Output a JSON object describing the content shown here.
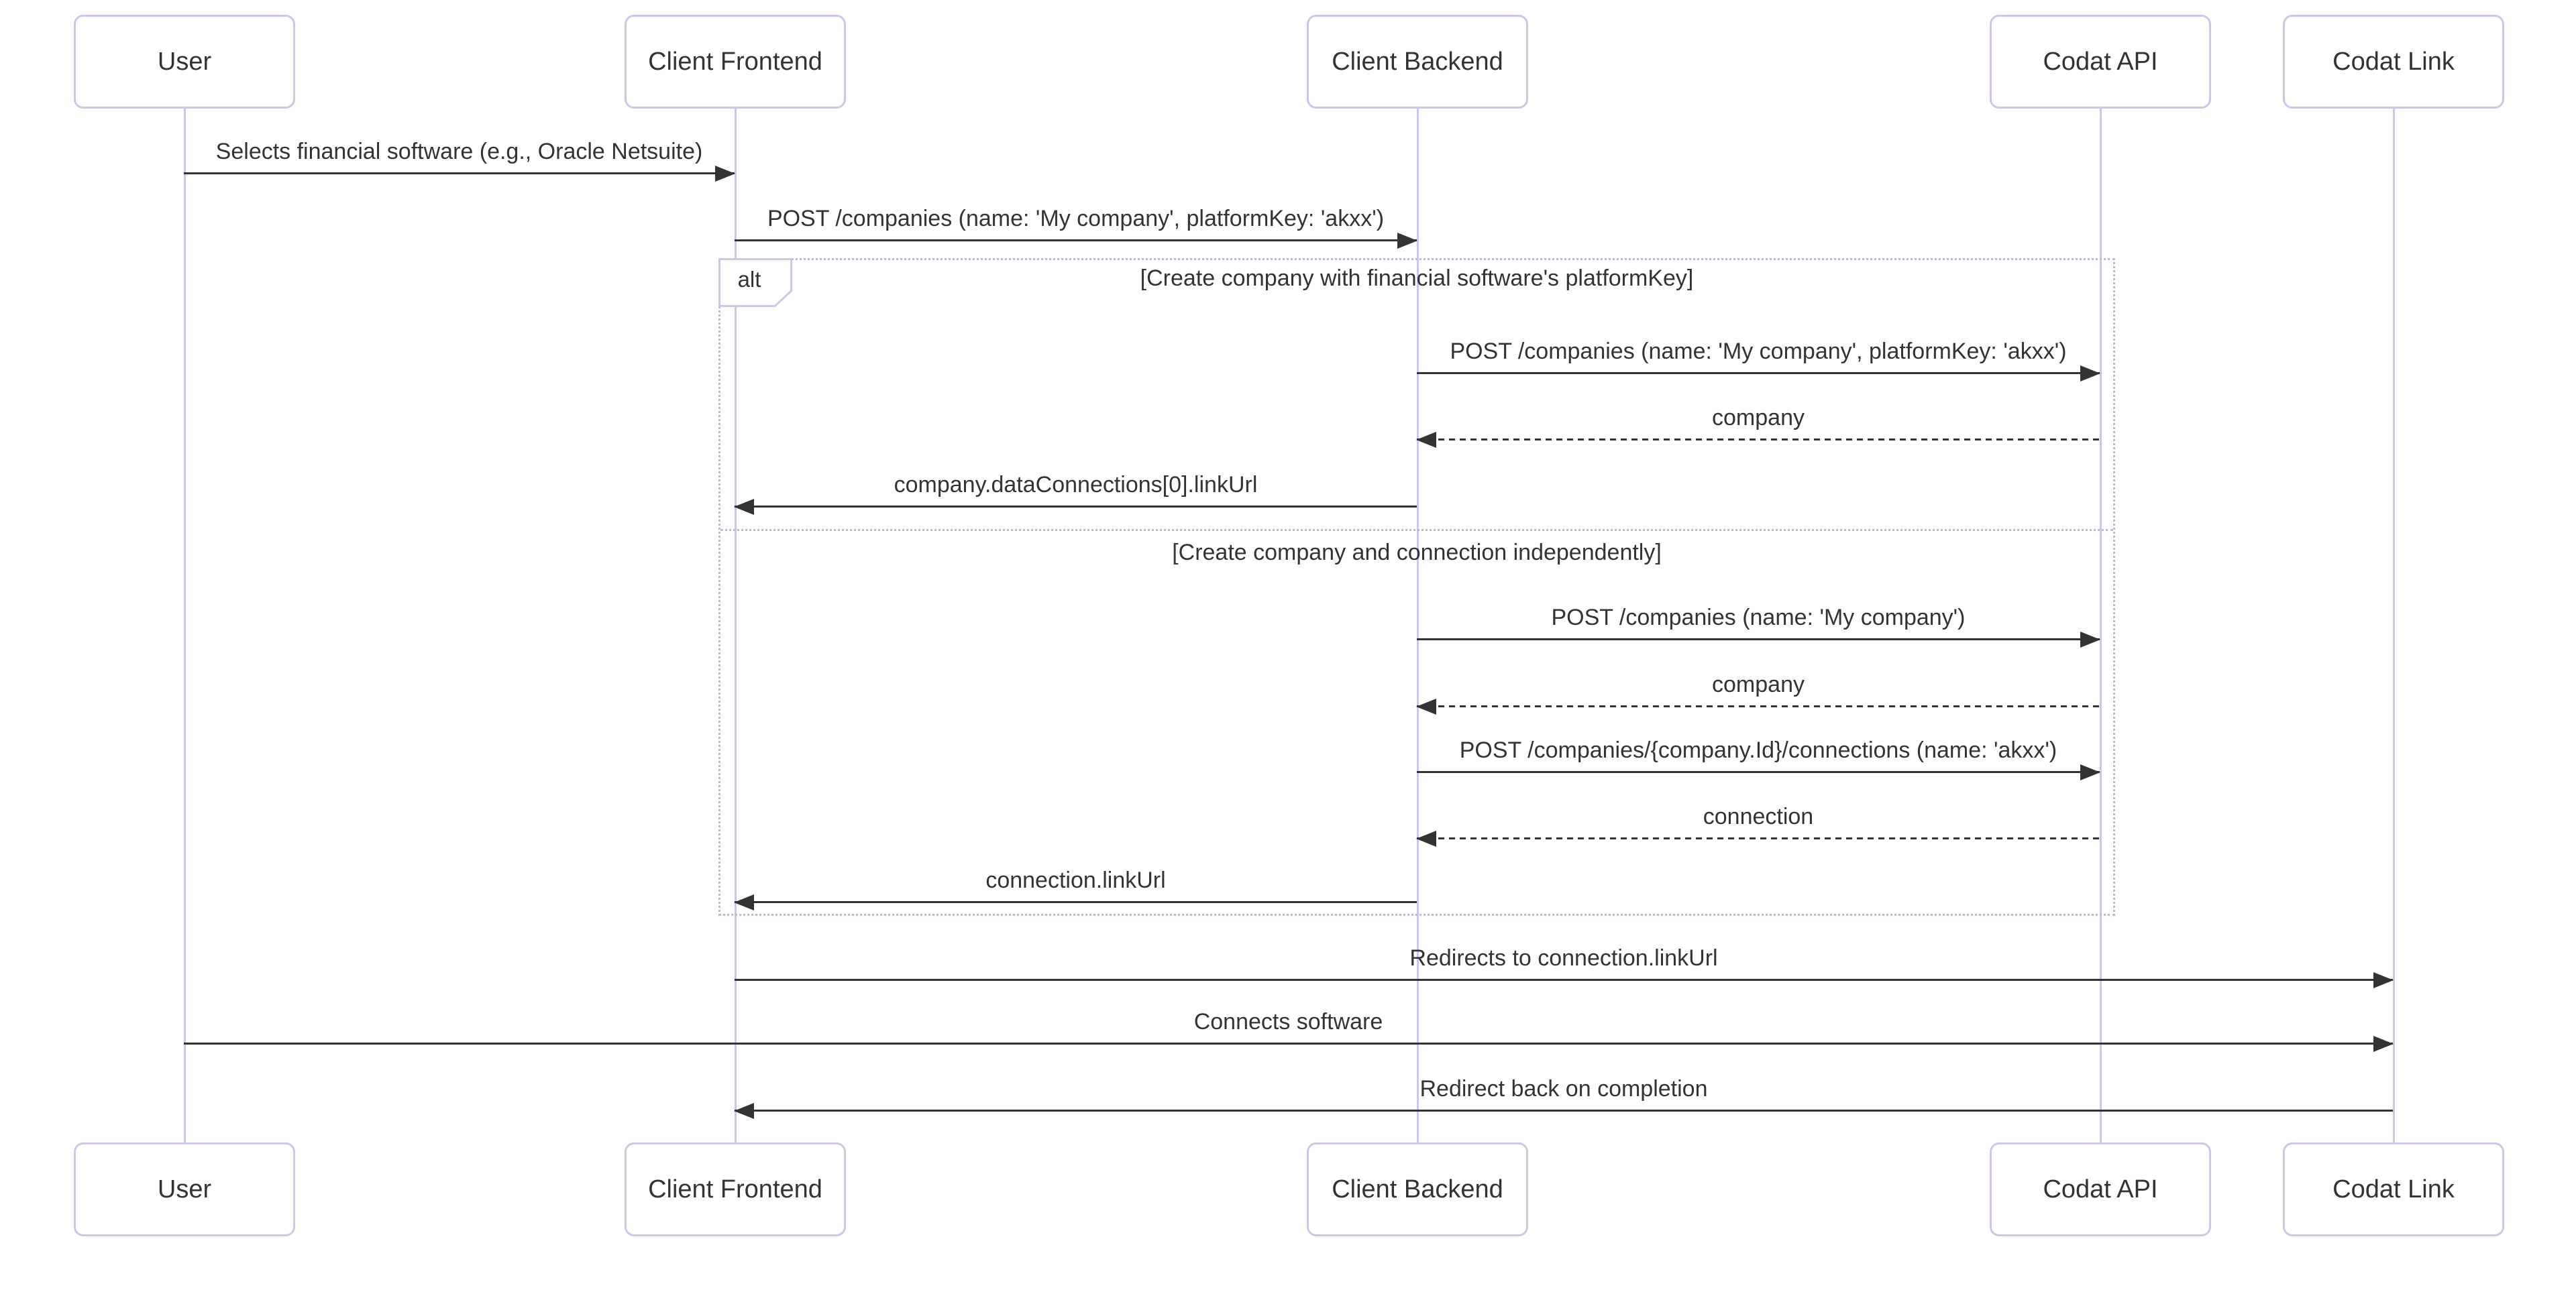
{
  "diagram": {
    "type": "sequence-diagram",
    "actors": [
      {
        "id": "user",
        "label": "User"
      },
      {
        "id": "client-frontend",
        "label": "Client Frontend"
      },
      {
        "id": "client-backend",
        "label": "Client Backend"
      },
      {
        "id": "codat-api",
        "label": "Codat API"
      },
      {
        "id": "codat-link",
        "label": "Codat Link"
      }
    ],
    "messages": [
      {
        "from": "User",
        "to": "Client Frontend",
        "style": "solid",
        "label": "Selects financial software (e.g., Oracle Netsuite)"
      },
      {
        "from": "Client Frontend",
        "to": "Client Backend",
        "style": "solid",
        "label": "POST /companies (name: 'My company', platformKey: 'akxx')"
      },
      {
        "from": "Client Backend",
        "to": "Codat API",
        "style": "solid",
        "label": "POST /companies (name: 'My company', platformKey: 'akxx')",
        "branch": "alt-1"
      },
      {
        "from": "Codat API",
        "to": "Client Backend",
        "style": "dashed",
        "label": "company",
        "branch": "alt-1"
      },
      {
        "from": "Client Backend",
        "to": "Client Frontend",
        "style": "solid",
        "label": "company.dataConnections[0].linkUrl",
        "branch": "alt-1"
      },
      {
        "from": "Client Backend",
        "to": "Codat API",
        "style": "solid",
        "label": "POST /companies (name: 'My company')",
        "branch": "alt-2"
      },
      {
        "from": "Codat API",
        "to": "Client Backend",
        "style": "dashed",
        "label": "company",
        "branch": "alt-2"
      },
      {
        "from": "Client Backend",
        "to": "Codat API",
        "style": "solid",
        "label": "POST /companies/{company.Id}/connections (name: 'akxx')",
        "branch": "alt-2"
      },
      {
        "from": "Codat API",
        "to": "Client Backend",
        "style": "dashed",
        "label": "connection",
        "branch": "alt-2"
      },
      {
        "from": "Client Backend",
        "to": "Client Frontend",
        "style": "solid",
        "label": "connection.linkUrl",
        "branch": "alt-2"
      },
      {
        "from": "Client Frontend",
        "to": "Codat Link",
        "style": "solid",
        "label": "Redirects to connection.linkUrl"
      },
      {
        "from": "User",
        "to": "Codat Link",
        "style": "solid",
        "label": "Connects software"
      },
      {
        "from": "Codat Link",
        "to": "Client Frontend",
        "style": "solid",
        "label": "Redirect back on completion"
      }
    ],
    "alt": {
      "label": "alt",
      "conditions": [
        "[Create company with financial software's platformKey]",
        "[Create company and connection independently]"
      ]
    },
    "colors": {
      "background": "#ffffff",
      "actor_border": "#c8c8ea",
      "actor_fill": "#ffffff",
      "lifeline": "#c8c8ea",
      "frame_border": "#b9b9dd",
      "arrow": "#333333",
      "text": "#333333"
    }
  }
}
